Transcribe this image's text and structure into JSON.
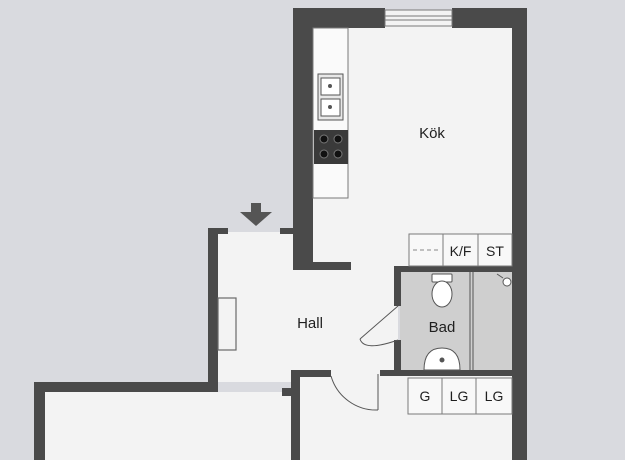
{
  "rooms": {
    "kitchen": "Kök",
    "hall": "Hall",
    "bathroom": "Bad"
  },
  "fixtures": {
    "fridge_freezer": "K/F",
    "storage": "ST",
    "g_cabinet": "G",
    "lg_cabinet_1": "LG",
    "lg_cabinet_2": "LG"
  },
  "colors": {
    "background": "#d9dadf",
    "floor": "#f3f3f3",
    "wall": "#4a4a4a",
    "bath_floor": "#cfcfcf",
    "text": "#1f1f1f"
  }
}
